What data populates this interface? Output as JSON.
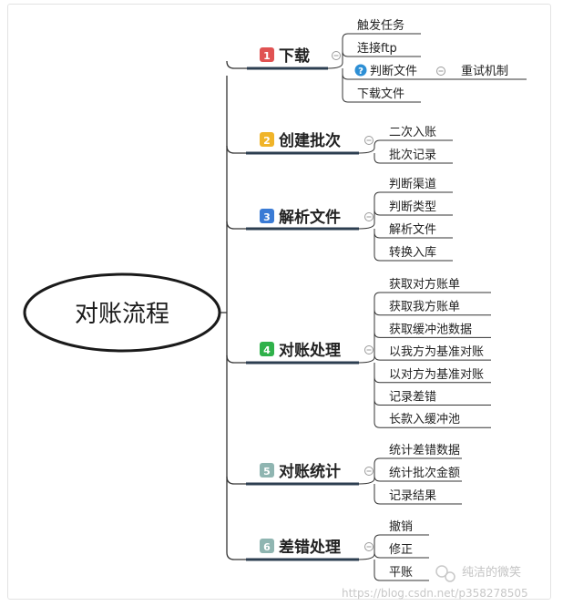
{
  "root": {
    "label": "对账流程"
  },
  "branches": [
    {
      "num": "1",
      "label": "下载",
      "color": "#e05252",
      "children": [
        "触发任务",
        "连接ftp",
        "判断文件",
        "下载文件"
      ],
      "special": {
        "child_index": 2,
        "icon": "help-icon",
        "sub": "重试机制"
      }
    },
    {
      "num": "2",
      "label": "创建批次",
      "color": "#f0b429",
      "children": [
        "二次入账",
        "批次记录"
      ]
    },
    {
      "num": "3",
      "label": "解析文件",
      "color": "#3a7bd5",
      "children": [
        "判断渠道",
        "判断类型",
        "解析文件",
        "转换入库"
      ]
    },
    {
      "num": "4",
      "label": "对账处理",
      "color": "#2fb14a",
      "children": [
        "获取对方账单",
        "获取我方账单",
        "获取缓冲池数据",
        "以我方为基准对账",
        "以对方为基准对账",
        "记录差错",
        "长款入缓冲池"
      ]
    },
    {
      "num": "5",
      "label": "对账统计",
      "color": "#8fb5b1",
      "children": [
        "统计差错数据",
        "统计批次金额",
        "记录结果"
      ]
    },
    {
      "num": "6",
      "label": "差错处理",
      "color": "#8fb5b1",
      "children": [
        "撤销",
        "修正",
        "平账"
      ]
    }
  ],
  "watermark": {
    "wechat": "纯洁的微笑",
    "url": "https://blog.csdn.net/p358278505"
  },
  "colors": {
    "line": "#333333",
    "underline": "#2c3e50",
    "collapse": "#9a9a9a"
  }
}
